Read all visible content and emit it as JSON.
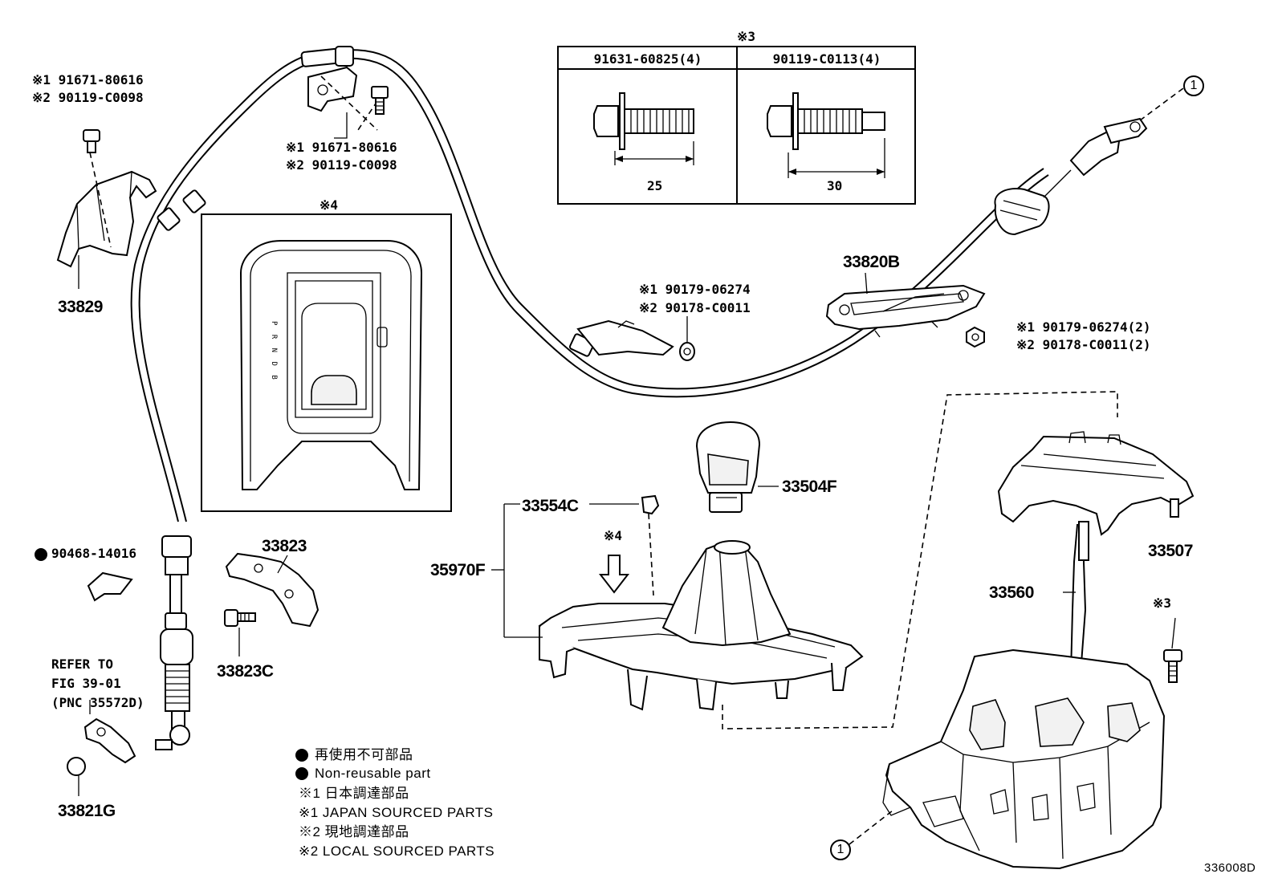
{
  "diagram_code": "336008D",
  "labels": {
    "p33829": "33829",
    "p33829_note1": "※1 91671-80616",
    "p33829_note2": "※2 90119-C0098",
    "bracket_note1": "※1 91671-80616",
    "bracket_note2": "※2 90119-C0098",
    "nut_note1": "※1 90179-06274",
    "nut_note2": "※2 90178-C0011",
    "p33820b": "33820B",
    "nut2_note1": "※1 90179-06274(2)",
    "nut2_note2": "※2 90178-C0011(2)",
    "p90468": "90468-14016",
    "p33823": "33823",
    "p33823c": "33823C",
    "p33821g": "33821G",
    "refer_line1": "REFER TO",
    "refer_line2": "FIG 39-01",
    "refer_line3": "(PNC 35572D)",
    "p33554c": "33554C",
    "p35970f": "35970F",
    "p33504f": "33504F",
    "p33507": "33507",
    "p33560": "33560",
    "mark4_arrow": "※4",
    "mark3_bolt": "※3",
    "callout1": "1"
  },
  "inset4": {
    "title": "※4",
    "shift_letters": "P R N D B"
  },
  "bolt_table": {
    "title": "※3",
    "columns": [
      {
        "part": "91631-60825(4)",
        "length": "25"
      },
      {
        "part": "90119-C0113(4)",
        "length": "30"
      }
    ]
  },
  "legend": {
    "line1": "再使用不可部品",
    "line2": "Non-reusable part",
    "line3": "※1 日本調達部品",
    "line4": "※1 JAPAN SOURCED PARTS",
    "line5": "※2 現地調達部品",
    "line6": "※2 LOCAL SOURCED PARTS"
  },
  "colors": {
    "ink": "#000000",
    "paper": "#ffffff",
    "shade": "#f2f2f2"
  }
}
